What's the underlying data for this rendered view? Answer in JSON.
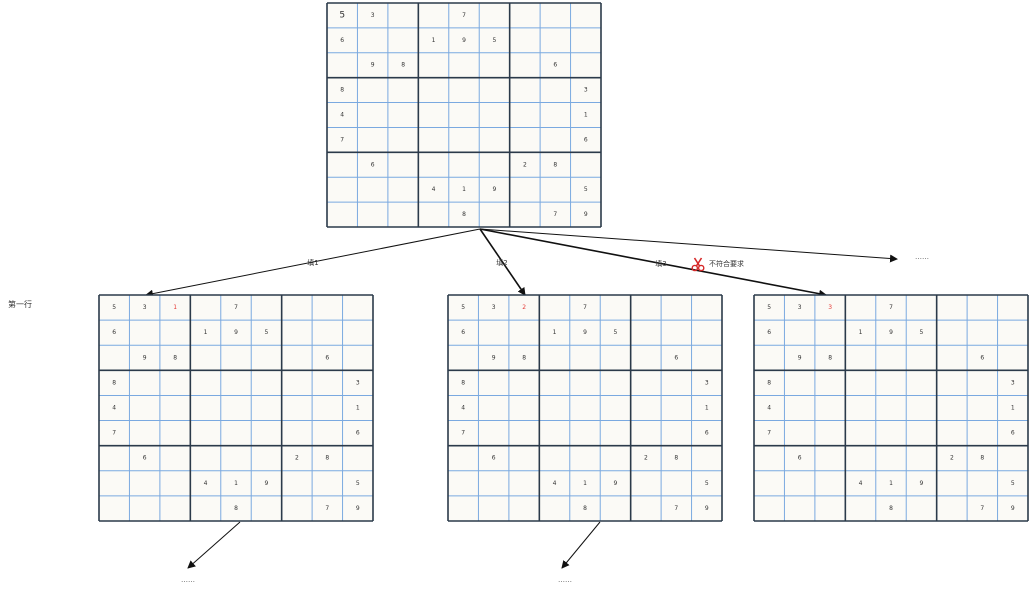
{
  "diagram": {
    "row_label": "第一行",
    "ellipsis": "……",
    "prune_note": "不符合要求",
    "prune_icon": "scissors-icon",
    "colors": {
      "thin_grid": "#7aa9e0",
      "thick_grid": "#2b3a4a",
      "cell_bg": "#fbfaf6",
      "highlight_digit": "#e53935",
      "prune_icon": "#d62828"
    },
    "root_board": {
      "rows": [
        [
          "5",
          "3",
          "",
          "",
          "7",
          "",
          "",
          "",
          ""
        ],
        [
          "6",
          "",
          "",
          "1",
          "9",
          "5",
          "",
          "",
          ""
        ],
        [
          "",
          "9",
          "8",
          "",
          "",
          "",
          "",
          "6",
          ""
        ],
        [
          "8",
          "",
          "",
          "",
          "",
          "",
          "",
          "",
          "3"
        ],
        [
          "4",
          "",
          "",
          "",
          "",
          "",
          "",
          "",
          "1"
        ],
        [
          "7",
          "",
          "",
          "",
          "",
          "",
          "",
          "",
          "6"
        ],
        [
          "",
          "6",
          "",
          "",
          "",
          "",
          "2",
          "8",
          ""
        ],
        [
          "",
          "",
          "",
          "4",
          "1",
          "9",
          "",
          "",
          "5"
        ],
        [
          "",
          "",
          "",
          "",
          "8",
          "",
          "",
          "7",
          "9"
        ]
      ]
    },
    "children": [
      {
        "edge_label": "填1",
        "new_digit": "1",
        "pruned": false,
        "rows": [
          [
            "5",
            "3",
            "1",
            "",
            "7",
            "",
            "",
            "",
            ""
          ],
          [
            "6",
            "",
            "",
            "1",
            "9",
            "5",
            "",
            "",
            ""
          ],
          [
            "",
            "9",
            "8",
            "",
            "",
            "",
            "",
            "6",
            ""
          ],
          [
            "8",
            "",
            "",
            "",
            "",
            "",
            "",
            "",
            "3"
          ],
          [
            "4",
            "",
            "",
            "",
            "",
            "",
            "",
            "",
            "1"
          ],
          [
            "7",
            "",
            "",
            "",
            "",
            "",
            "",
            "",
            "6"
          ],
          [
            "",
            "6",
            "",
            "",
            "",
            "",
            "2",
            "8",
            ""
          ],
          [
            "",
            "",
            "",
            "4",
            "1",
            "9",
            "",
            "",
            "5"
          ],
          [
            "",
            "",
            "",
            "",
            "8",
            "",
            "",
            "7",
            "9"
          ]
        ]
      },
      {
        "edge_label": "填2",
        "new_digit": "2",
        "pruned": false,
        "rows": [
          [
            "5",
            "3",
            "2",
            "",
            "7",
            "",
            "",
            "",
            ""
          ],
          [
            "6",
            "",
            "",
            "1",
            "9",
            "5",
            "",
            "",
            ""
          ],
          [
            "",
            "9",
            "8",
            "",
            "",
            "",
            "",
            "6",
            ""
          ],
          [
            "8",
            "",
            "",
            "",
            "",
            "",
            "",
            "",
            "3"
          ],
          [
            "4",
            "",
            "",
            "",
            "",
            "",
            "",
            "",
            "1"
          ],
          [
            "7",
            "",
            "",
            "",
            "",
            "",
            "",
            "",
            "6"
          ],
          [
            "",
            "6",
            "",
            "",
            "",
            "",
            "2",
            "8",
            ""
          ],
          [
            "",
            "",
            "",
            "4",
            "1",
            "9",
            "",
            "",
            "5"
          ],
          [
            "",
            "",
            "",
            "",
            "8",
            "",
            "",
            "7",
            "9"
          ]
        ]
      },
      {
        "edge_label": "填3",
        "new_digit": "3",
        "pruned": true,
        "rows": [
          [
            "5",
            "3",
            "3",
            "",
            "7",
            "",
            "",
            "",
            ""
          ],
          [
            "6",
            "",
            "",
            "1",
            "9",
            "5",
            "",
            "",
            ""
          ],
          [
            "",
            "9",
            "8",
            "",
            "",
            "",
            "",
            "6",
            ""
          ],
          [
            "8",
            "",
            "",
            "",
            "",
            "",
            "",
            "",
            "3"
          ],
          [
            "4",
            "",
            "",
            "",
            "",
            "",
            "",
            "",
            "1"
          ],
          [
            "7",
            "",
            "",
            "",
            "",
            "",
            "",
            "",
            "6"
          ],
          [
            "",
            "6",
            "",
            "",
            "",
            "",
            "2",
            "8",
            ""
          ],
          [
            "",
            "",
            "",
            "4",
            "1",
            "9",
            "",
            "",
            "5"
          ],
          [
            "",
            "",
            "",
            "",
            "8",
            "",
            "",
            "7",
            "9"
          ]
        ]
      }
    ]
  }
}
